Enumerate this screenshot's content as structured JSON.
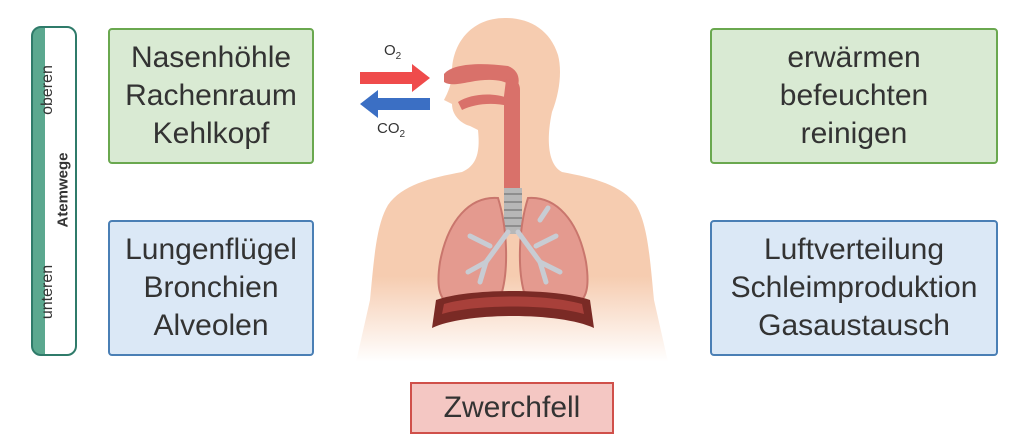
{
  "sidebar": {
    "title": "Atemwege",
    "upper_label": "oberen",
    "lower_label": "unteren"
  },
  "gases": {
    "inhale": {
      "base": "O",
      "sub": "2"
    },
    "exhale": {
      "base": "CO",
      "sub": "2"
    }
  },
  "upper_structures": [
    "Nasenhöhle",
    "Rachenraum",
    "Kehlkopf"
  ],
  "lower_structures": [
    "Lungenflügel",
    "Bronchien",
    "Alveolen"
  ],
  "upper_functions": [
    "erwärmen",
    "befeuchten",
    "reinigen"
  ],
  "lower_functions": [
    "Luftverteilung",
    "Schleimproduktion",
    "Gasaustausch"
  ],
  "diaphragm_label": "Zwerchfell",
  "colors": {
    "upper_box_fill": "#d9ead3",
    "upper_box_border": "#6aa84f",
    "lower_box_fill": "#dbe8f6",
    "lower_box_border": "#4a7fb5",
    "diaphragm_box_fill": "#f4c7c3",
    "inhale_arrow": "#ef4b4b",
    "exhale_arrow": "#3b6fc4",
    "sidebar_accent": "#5ba88f",
    "skin": "#f6ccb0"
  }
}
